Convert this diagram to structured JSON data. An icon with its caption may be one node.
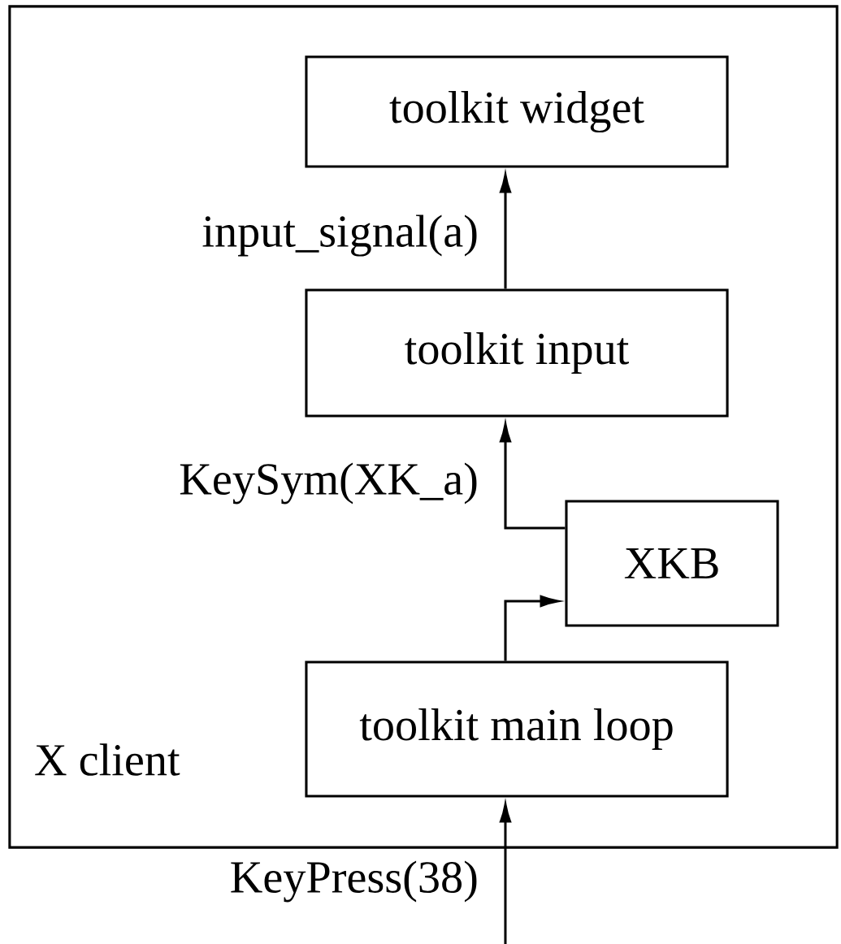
{
  "diagram": {
    "nodes": [
      {
        "text": [
          "X client"
        ]
      },
      {
        "text": [
          "toolkit widget"
        ],
        "in": 0
      },
      {
        "text": [
          "toolkit input"
        ],
        "in": 0
      },
      {
        "text": [
          "XKB"
        ],
        "in": 0
      },
      {
        "text": [
          "toolkit main loop"
        ],
        "in": 0
      }
    ],
    "edges": [
      {
        "from": null,
        "to": 4,
        "arrow": "to",
        "label": "KeyPress(38)"
      },
      {
        "from": 4,
        "to": 3,
        "arrow": "to"
      },
      {
        "from": 3,
        "to": 2,
        "arrow": "to",
        "label": "KeySym(XK_a)"
      },
      {
        "from": 2,
        "to": 1,
        "arrow": "to",
        "label": "input_signal(a)"
      }
    ]
  }
}
